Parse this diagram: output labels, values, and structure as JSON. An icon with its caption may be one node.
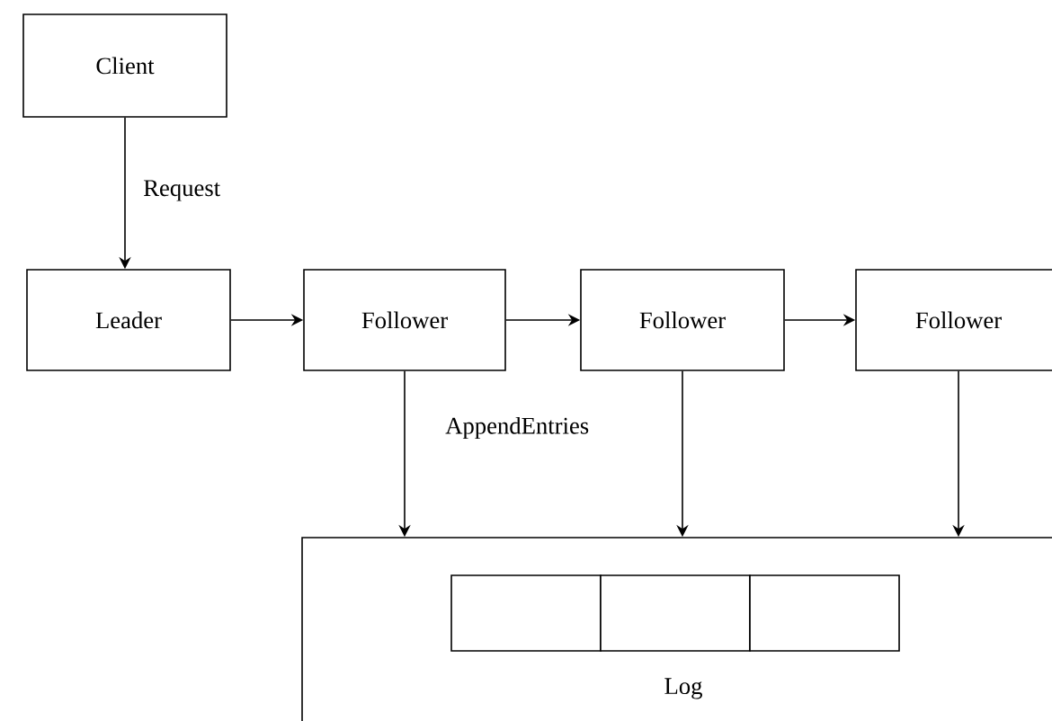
{
  "diagram": {
    "nodes": [
      {
        "text": [
          "Client"
        ]
      },
      {
        "text": [
          "Leader"
        ]
      },
      {
        "text": [
          "Follower"
        ]
      },
      {
        "text": [
          "Follower"
        ]
      },
      {
        "text": [
          "Follower"
        ]
      },
      {
        "text": [
          "Log"
        ]
      },
      {
        "text": [],
        "shape": "box",
        "in": 5
      },
      {
        "text": [],
        "shape": "box",
        "in": 5
      },
      {
        "text": [],
        "shape": "box",
        "in": 5
      }
    ],
    "edges": [
      {
        "from": 0,
        "to": 1,
        "arrow": "to",
        "label": "Request"
      },
      {
        "from": 1,
        "to": 2,
        "arrow": "to"
      },
      {
        "from": 2,
        "to": 3,
        "arrow": "to"
      },
      {
        "from": 3,
        "to": 4,
        "arrow": "to"
      },
      {
        "from": 2,
        "to": 5,
        "arrow": "to",
        "label": "AppendEntries"
      },
      {
        "from": 3,
        "to": 5,
        "arrow": "to"
      },
      {
        "from": 4,
        "to": 5,
        "arrow": "to"
      }
    ]
  }
}
